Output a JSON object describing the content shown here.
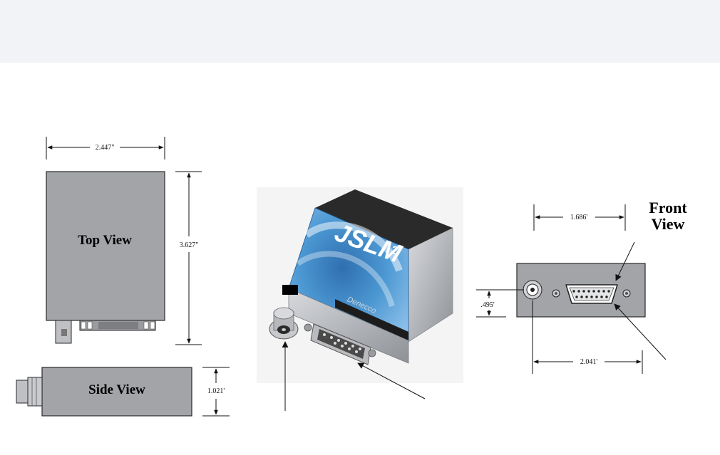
{
  "dimensions": {
    "top_width": "2.447\"",
    "top_length": "3.627\"",
    "side_height": "1.021'",
    "front_connector_span": "1.686'",
    "front_height": ".495'",
    "front_width": "2.041'"
  },
  "views": {
    "top": "Top View",
    "side": "Side View",
    "front_line1": "Front",
    "front_line2": "View"
  },
  "photo": {
    "brand_text": "JSLM",
    "brand_superscript": "2",
    "maker_text": "Denecco"
  },
  "colors": {
    "box_fill": "#a3a4a8",
    "box_stroke": "#2a2a2a",
    "label_blue": "#3d86c2",
    "header_bg": "#f2f3f6"
  }
}
